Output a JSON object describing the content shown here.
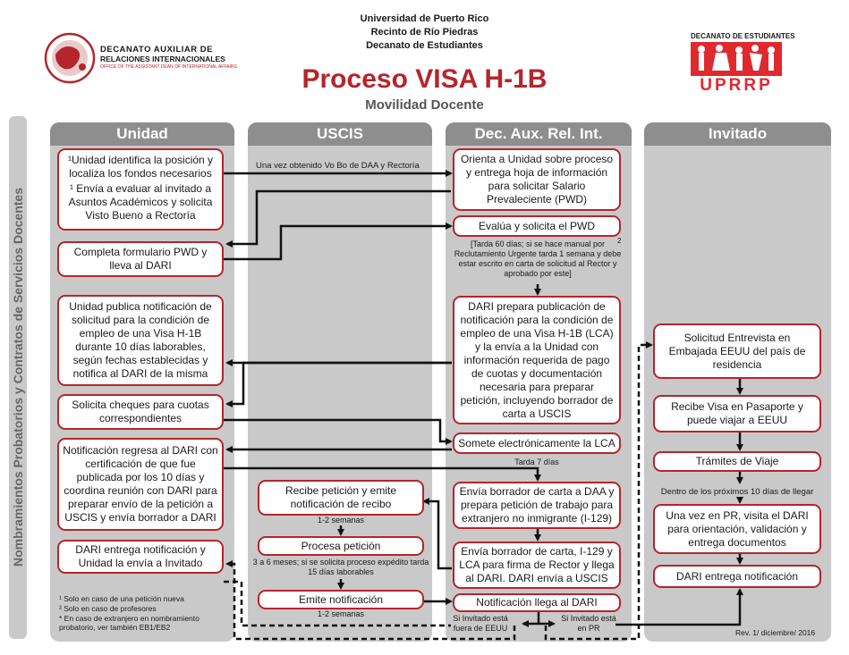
{
  "header": {
    "line1": "Universidad de Puerto Rico",
    "line2": "Recinto de Río Piedras",
    "line3": "Decanato de Estudiantes",
    "title": "Proceso VISA H-1B",
    "subtitle": "Movilidad Docente"
  },
  "logo_left": {
    "name1": "DECANATO AUXILIAR DE",
    "name2": "RELACIONES INTERNACIONALES",
    "name3": "OFFICE OF THE ASSISTANT DEAN OF INTERNATIONAL AFFAIRS"
  },
  "logo_right": {
    "top": "DECANATO DE ESTUDIANTES",
    "wordmark": "UPRRP"
  },
  "side_label": "Nombramientos Probatorios y Contratos de Servicios Docentes",
  "columns": [
    "Unidad",
    "USCIS",
    "Dec. Aux. Rel. Int.",
    "Invitado"
  ],
  "unidad": {
    "b1": "¹Unidad identifica la posición y localiza los fondos necesarios",
    "b1b": "¹ Envía a evaluar al invitado a Asuntos Académicos y solicita Visto Bueno a Rectoría",
    "b2": "Completa formulario PWD y lleva al DARI",
    "b3": "Unidad publica notificación de solicitud para la condición de empleo de una Visa H-1B durante 10 días laborables, según fechas establecidas y notifica al DARI de la misma",
    "b4": "Solicita cheques para cuotas correspondientes",
    "b5": "Notificación regresa al DARI con certificación de que fue publicada por los 10 días y coordina reunión con DARI para preparar envío de la petición a USCIS y envía borrador a DARI",
    "b6": "DARI entrega notificación y Unidad la envía a Invitado"
  },
  "uscis": {
    "b1": "Recibe petición y emite notificación de recibo",
    "n1": "1-2 semanas",
    "b2": "Procesa petición",
    "n2": "3 a 6 meses; si se solicita proceso expédito tarda 15 días laborables",
    "b3": "Emite notificación",
    "n3": "1-2 semanas"
  },
  "dari": {
    "b1": "Orienta a Unidad sobre proceso y entrega hoja de información para solicitar Salario Prevaleciente (PWD)",
    "b2": "Evalúa y solicita el PWD",
    "n2": "[Tarda 60 días; si se hace manual por Reclutamiento Urgente tarda 1 semana y debe estar escrito en carta de solicitud al Rector y aprobado por este]",
    "n2sup": "2",
    "b3": "DARI prepara publicación de notificación para la condición de empleo de una Visa H-1B (LCA) y la envía a la Unidad con información requerida de pago de cuotas y documentación necesaria para preparar petición, incluyendo borrador de carta a USCIS",
    "b4": "Somete electrónicamente la LCA",
    "n4": "Tarda 7 días",
    "b5": "Envía borrador de carta a DAA y prepara petición de trabajo para extranjero no inmigrante (I-129)",
    "b6": "Envía borrador de carta, I-129 y LCA para firma de Rector y llega al DARI. DARI envía a USCIS",
    "b7": "Notificación llega al DARI",
    "n7a": "Si Invitado está fuera de EEUU",
    "n7b": "Si Invitado está en PR"
  },
  "invitado": {
    "b1": "Solicitud Entrevista en Embajada EEUU del país de residencia",
    "b2": "Recibe Visa en Pasaporte y puede viajar a EEUU",
    "b3": "Trámites de Viaje",
    "n3": "Dentro de los próximos 10 días de llegar",
    "b4": "Una vez en PR, visita el DARI para orientación, validación y entrega documentos",
    "b5": "DARI entrega notificación"
  },
  "arrow_label": "Una vez obtenido Vo Bo de DAA y Rectoría",
  "footnotes": {
    "f1": "¹ Solo en caso de una petición nueva",
    "f2": "² Solo en caso de profesores",
    "f3": "* En caso de extranjero en nombramiento probatorio, ver también EB1/EB2"
  },
  "revision": "Rev. 1/ diciembre/ 2016",
  "colors": {
    "accent": "#b5252b",
    "column_bg": "#c9c9c9",
    "column_head": "#8e8e8e"
  }
}
